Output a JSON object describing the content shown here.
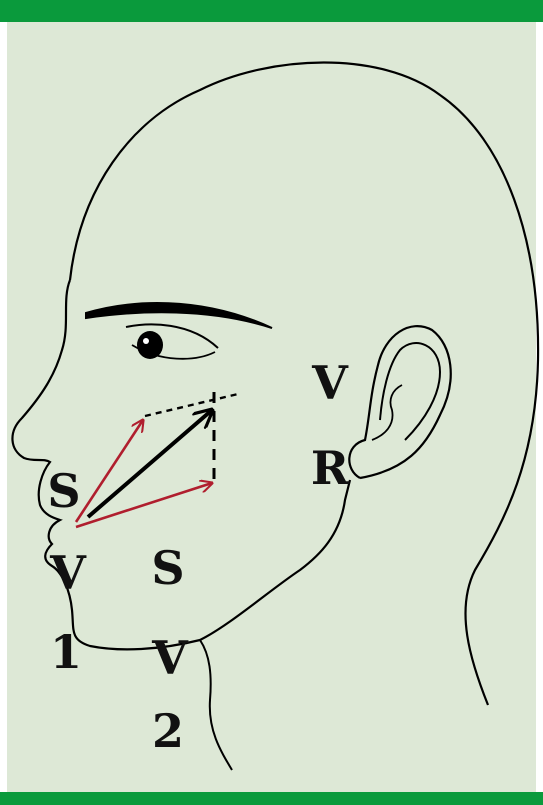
{
  "colors": {
    "bar": "#0a9a3c",
    "panel": "#dde8d6",
    "line": "#000000",
    "arrow_red": "#b01e2e",
    "arrow_black": "#000000"
  },
  "labels": {
    "v_upper": "V",
    "r_upper": "R",
    "s_nose": "S",
    "v_lip": "V",
    "one": "1",
    "s_cheek": "S",
    "v_chin": "V",
    "two": "2"
  }
}
